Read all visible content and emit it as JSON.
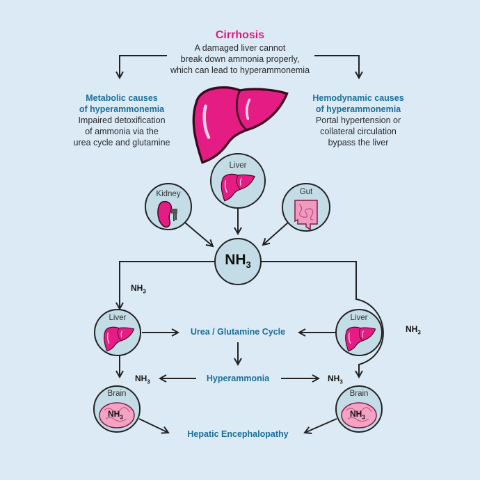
{
  "top": {
    "title": "Cirrhosis",
    "lines": [
      "A damaged liver cannot",
      "break down ammonia properly,",
      "which can lead to hyperammonemia"
    ]
  },
  "left_cause": {
    "heading": [
      "Metabolic causes",
      "of hyperammonemia"
    ],
    "lines": [
      "Impaired detoxification",
      "of ammonia via the",
      "urea cycle and glutamine"
    ]
  },
  "right_cause": {
    "heading": [
      "Hemodynamic causes",
      "of hyperammonemia"
    ],
    "lines": [
      "Portal hypertension or",
      "collateral circulation",
      "bypass the liver"
    ]
  },
  "sources": {
    "kidney": "Kidney",
    "liver": "Liver",
    "gut": "Gut"
  },
  "center_node": {
    "main": "NH",
    "sub": "3"
  },
  "nh3": {
    "main": "NH",
    "sub": "3"
  },
  "left_path": {
    "liver": "Liver",
    "brain": "Brain"
  },
  "right_path": {
    "liver": "Liver",
    "brain": "Brain"
  },
  "center_flow": {
    "cycle": "Urea / Glutamine Cycle",
    "hyperammonia": "Hyperammonia",
    "outcome": "Hepatic Encephalopathy"
  },
  "colors": {
    "background": "#dbeaf5",
    "accent_pink": "#e0197f",
    "heading_blue": "#1c6e9a",
    "circle_fill": "#c3dce6",
    "brain_pink": "#f4a3c4"
  }
}
